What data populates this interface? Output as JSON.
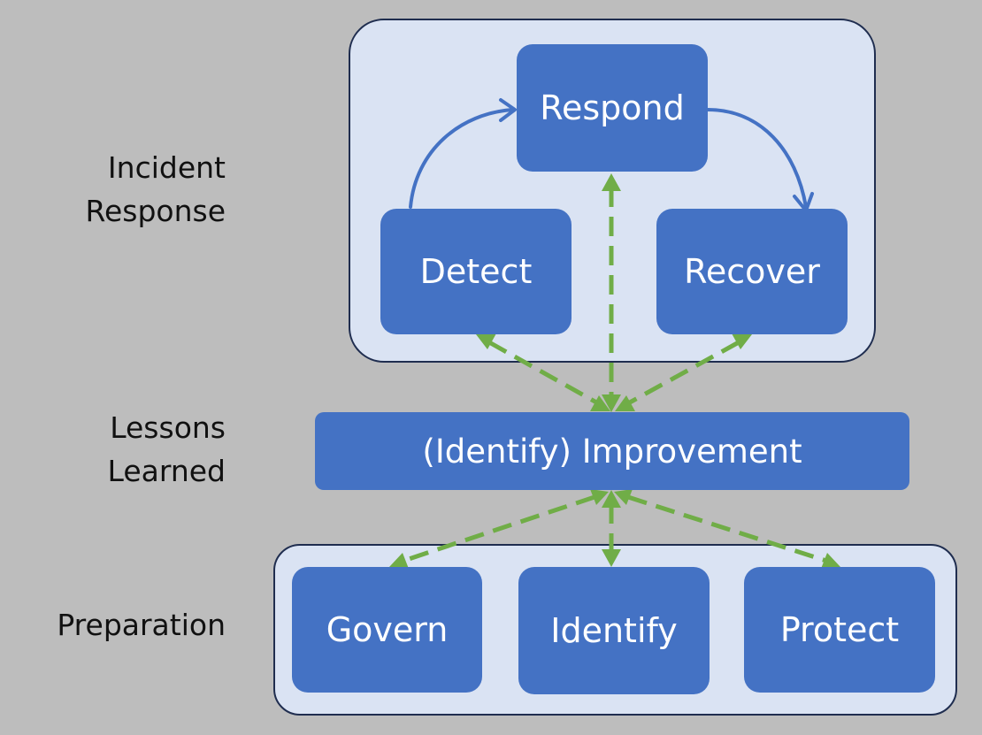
{
  "colors": {
    "background": "#bdbdbd",
    "group_fill": "#dae3f3",
    "group_border": "#1f2d4f",
    "node_fill": "#4472c4",
    "node_text": "#ffffff",
    "flow_arrow": "#4472c4",
    "feedback_arrow": "#70ad47"
  },
  "side_labels": {
    "incident_response": [
      "Incident",
      "Response"
    ],
    "lessons_learned": [
      "Lessons",
      "Learned"
    ],
    "preparation": [
      "Preparation"
    ]
  },
  "incident_response": {
    "respond": "Respond",
    "detect": "Detect",
    "recover": "Recover"
  },
  "lessons_learned": {
    "improvement": "(Identify) Improvement"
  },
  "preparation": {
    "govern": "Govern",
    "identify": "Identify",
    "protect": "Protect"
  }
}
